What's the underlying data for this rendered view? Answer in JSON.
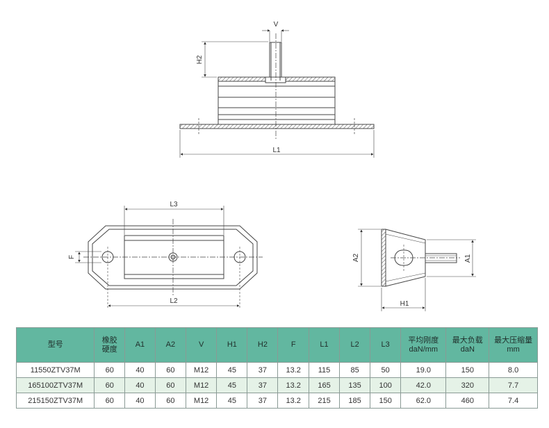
{
  "dimension_labels": {
    "v": "V",
    "h2": "H2",
    "l1": "L1",
    "l3": "L3",
    "l2": "L2",
    "f": "F",
    "a2": "A2",
    "a1": "A1",
    "h1": "H1"
  },
  "table": {
    "headers": [
      [
        "型号"
      ],
      [
        "橡胶",
        "硬度"
      ],
      [
        "A1"
      ],
      [
        "A2"
      ],
      [
        "V"
      ],
      [
        "H1"
      ],
      [
        "H2"
      ],
      [
        "F"
      ],
      [
        "L1"
      ],
      [
        "L2"
      ],
      [
        "L3"
      ],
      [
        "平均刚度",
        "daN/mm"
      ],
      [
        "最大负载",
        "daN"
      ],
      [
        "最大压缩量",
        "mm"
      ]
    ],
    "rows": [
      [
        "11550ZTV37M",
        "60",
        "40",
        "60",
        "M12",
        "45",
        "37",
        "13.2",
        "115",
        "85",
        "50",
        "19.0",
        "150",
        "8.0"
      ],
      [
        "165100ZTV37M",
        "60",
        "40",
        "60",
        "M12",
        "45",
        "37",
        "13.2",
        "165",
        "135",
        "100",
        "42.0",
        "320",
        "7.7"
      ],
      [
        "215150ZTV37M",
        "60",
        "40",
        "60",
        "M12",
        "45",
        "37",
        "13.2",
        "215",
        "185",
        "150",
        "62.0",
        "460",
        "7.4"
      ]
    ]
  }
}
